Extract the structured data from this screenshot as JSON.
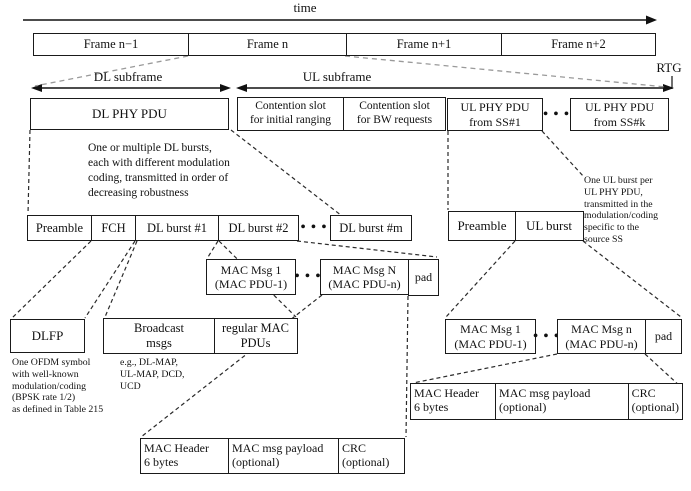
{
  "timeline": {
    "time_label": "time"
  },
  "frame_row": {
    "cells": [
      {
        "label": "Frame n−1"
      },
      {
        "label": "Frame n"
      },
      {
        "label": "Frame n+1"
      },
      {
        "label": "Frame n+2"
      }
    ]
  },
  "subframe_row": {
    "dl_label": "DL subframe",
    "ul_label": "UL subframe",
    "rtg_label": "RTG"
  },
  "phy_row": {
    "dl_phy_pdu": "DL PHY PDU",
    "contention_ranging": "Contention slot\nfor initial ranging",
    "contention_bw": "Contention slot\nfor BW requests",
    "ul_phy_ss1": "UL PHY PDU\nfrom SS#1",
    "dots": "• • •",
    "ul_phy_ssk": "UL PHY PDU\nfrom SS#k"
  },
  "dl_burst_note": "One or multiple DL bursts,\neach with different modulation\ncoding, transmitted in order of\ndecreasing robustness",
  "dl_burst_row": {
    "preamble": "Preamble",
    "fch": "FCH",
    "burst1": "DL burst #1",
    "burst2": "DL burst #2",
    "dots": "• • •",
    "burstm": "DL burst #m"
  },
  "ul_burst_row": {
    "preamble": "Preamble",
    "ul_burst": "UL burst"
  },
  "ul_burst_note": "One UL burst per\nUL PHY PDU,\ntransmitted in the\nmodulation/coding\nspecific to the\nsource SS",
  "dl_mac_row": {
    "msg1": "MAC Msg 1\n(MAC PDU-1)",
    "dots": "• • •",
    "msgn": "MAC Msg N\n(MAC PDU-n)",
    "pad": "pad"
  },
  "fch_expand": {
    "dlfp": "DLFP",
    "broadcast": "Broadcast\nmsgs",
    "regular": "regular MAC\nPDUs"
  },
  "dlfp_note": "One OFDM symbol\nwith well-known\nmodulation/coding\n(BPSK rate 1/2)\nas defined in Table 215",
  "broadcast_note": "e.g., DL-MAP,\nUL-MAP, DCD,\nUCD",
  "ul_mac_row": {
    "msg1": "MAC Msg 1\n(MAC PDU-1)",
    "dots": "• • •",
    "msgn": "MAC Msg n\n(MAC PDU-n)",
    "pad": "pad"
  },
  "ul_pdu_struct": {
    "header": "MAC Header\n6 bytes",
    "payload": "MAC msg payload\n(optional)",
    "crc": "CRC\n(optional)"
  },
  "dl_pdu_struct": {
    "header": "MAC Header\n6 bytes",
    "payload": "MAC msg payload\n(optional)",
    "crc": "CRC\n(optional)"
  }
}
